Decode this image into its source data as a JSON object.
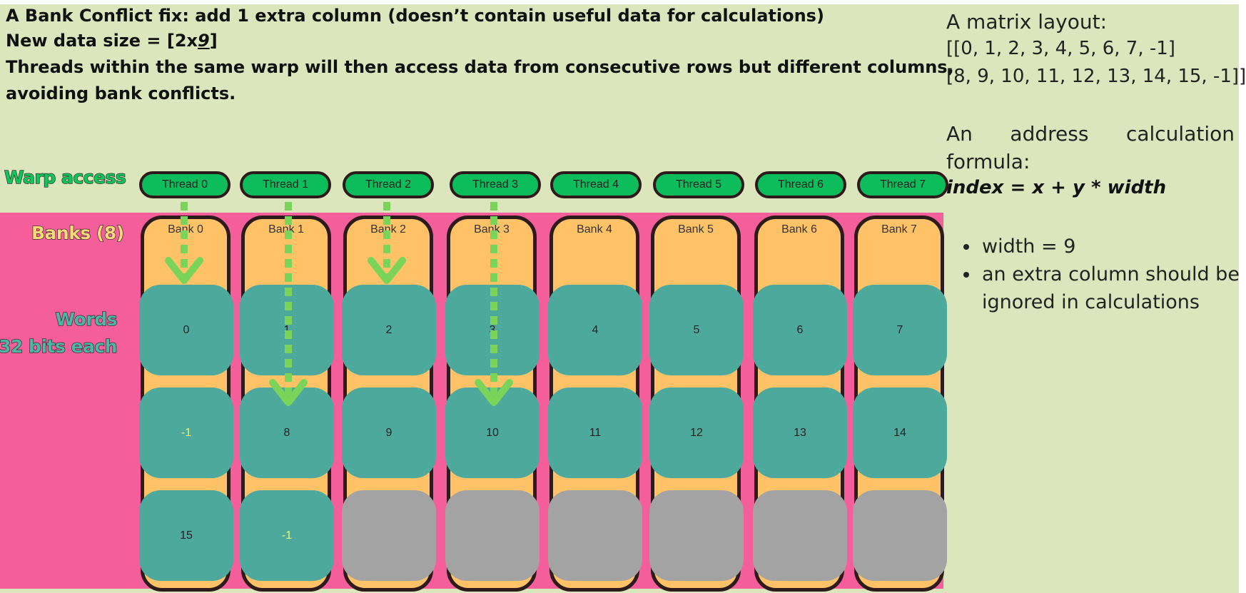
{
  "header": {
    "line1": "A Bank Conflict fix: add 1 extra column (doesn’t contain useful data for calculations)",
    "line2_prefix": "New data size = [2x",
    "line2_highlight": "9",
    "line2_suffix": "]",
    "line3": "Threads within the same warp will then access data from consecutive rows but different columns,",
    "line4": "avoiding bank conflicts."
  },
  "labels": {
    "warp": "Warp access",
    "banks": "Banks (8)",
    "words_line1": "Words",
    "words_line2": "32 bits each"
  },
  "threads": [
    "Thread 0",
    "Thread 1",
    "Thread 2",
    "Thread 3",
    "Thread 4",
    "Thread 5",
    "Thread 6",
    "Thread 7"
  ],
  "banks": [
    "Bank 0",
    "Bank 1",
    "Bank 2",
    "Bank 3",
    "Bank 4",
    "Bank 5",
    "Bank 6",
    "Bank 7"
  ],
  "words": [
    [
      "0",
      "1",
      "2",
      "3",
      "4",
      "5",
      "6",
      "7"
    ],
    [
      "-1",
      "8",
      "9",
      "10",
      "11",
      "12",
      "13",
      "14"
    ],
    [
      "15",
      "-1",
      "",
      "",
      "",
      "",
      "",
      ""
    ]
  ],
  "empty_cells": [
    [
      2,
      2
    ],
    [
      2,
      3
    ],
    [
      2,
      4
    ],
    [
      2,
      5
    ],
    [
      2,
      6
    ],
    [
      2,
      7
    ]
  ],
  "padding_cells": [
    [
      1,
      0
    ],
    [
      2,
      1
    ]
  ],
  "thread_access": [
    {
      "thread": 0,
      "row": 0,
      "bank": 0
    },
    {
      "thread": 1,
      "row": 1,
      "bank": 1
    },
    {
      "thread": 2,
      "row": 0,
      "bank": 2
    },
    {
      "thread": 3,
      "row": 1,
      "bank": 3
    }
  ],
  "colors": {
    "page_bg": "#dce6bd",
    "pink_bg": "#f45f9b",
    "thread_green": "#0dbc5a",
    "bank_orange": "#ffc266",
    "word_teal": "#4ea99d",
    "word_empty": "#a3a3a3",
    "arrow_green": "#7bd45a",
    "padding_text": "#e6f27a",
    "outline": "#2d1a1a"
  },
  "matrix": {
    "title": "A matrix layout:",
    "row1": "[[0, 1, 2, 3, 4, 5, 6, 7, -1]",
    "row2": "[8, 9, 10, 11, 12, 13, 14, 15, -1]]"
  },
  "formula": {
    "word1": "An",
    "word2": "address",
    "word3": "calculation",
    "line2": "formula:",
    "text": "index = x + y * width"
  },
  "bullets": [
    "width = 9",
    "an extra column should be",
    "ignored in calculations"
  ]
}
